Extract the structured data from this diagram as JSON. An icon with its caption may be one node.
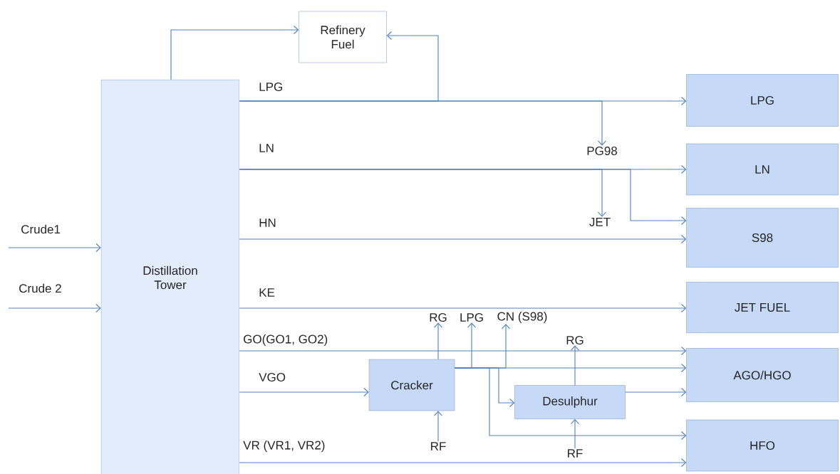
{
  "diagram": {
    "nodes": [
      {
        "text": [
          "Distillation Tower"
        ]
      },
      {
        "text": [
          "Refinery Fuel"
        ]
      },
      {
        "text": [
          "LPG"
        ]
      },
      {
        "text": [
          "LN"
        ]
      },
      {
        "text": [
          "S98"
        ]
      },
      {
        "text": [
          "JET FUEL"
        ]
      },
      {
        "text": [
          "AGO/HGO"
        ]
      },
      {
        "text": [
          "HFO"
        ]
      },
      {
        "text": [
          "Cracker"
        ]
      },
      {
        "text": [
          "Desulphur"
        ]
      },
      {
        "text": [
          "PG98"
        ]
      },
      {
        "text": [
          "JET"
        ]
      },
      {
        "text": [
          "RG"
        ]
      },
      {
        "text": [
          "LPG"
        ]
      },
      {
        "text": [
          "CN (S98)"
        ]
      },
      {
        "text": [
          "RG"
        ]
      },
      {
        "text": [
          "RF"
        ]
      },
      {
        "text": [
          "RF"
        ]
      }
    ],
    "edges": [
      {
        "from": null,
        "to": 0,
        "arrow": "to",
        "label": "Crude1"
      },
      {
        "from": null,
        "to": 0,
        "arrow": "to",
        "label": "Crude 2"
      },
      {
        "from": 0,
        "to": 1,
        "arrow": "to"
      },
      {
        "from": 0,
        "to": 2,
        "arrow": "to",
        "label": "LPG"
      },
      {
        "from": 0,
        "to": 1,
        "arrow": "to"
      },
      {
        "from": 0,
        "to": 10,
        "arrow": "to"
      },
      {
        "from": 0,
        "to": 3,
        "arrow": "to",
        "label": "LN"
      },
      {
        "from": 0,
        "to": 11,
        "arrow": "to"
      },
      {
        "from": 0,
        "to": 4,
        "arrow": "to"
      },
      {
        "from": 0,
        "to": 4,
        "arrow": "to",
        "label": "HN"
      },
      {
        "from": 0,
        "to": 5,
        "arrow": "to",
        "label": "KE"
      },
      {
        "from": 0,
        "to": 6,
        "arrow": "to",
        "label": "GO(GO1, GO2)"
      },
      {
        "from": 0,
        "to": 8,
        "arrow": "to",
        "label": "VGO"
      },
      {
        "from": 0,
        "to": 7,
        "arrow": "to",
        "label": "VR (VR1, VR2)"
      },
      {
        "from": 8,
        "to": 12,
        "arrow": "to"
      },
      {
        "from": 8,
        "to": 13,
        "arrow": "to"
      },
      {
        "from": 8,
        "to": 14,
        "arrow": "to"
      },
      {
        "from": 8,
        "to": 6,
        "arrow": "to"
      },
      {
        "from": 8,
        "to": 7,
        "arrow": "to"
      },
      {
        "from": 8,
        "to": 9,
        "arrow": "to"
      },
      {
        "from": 9,
        "to": 15,
        "arrow": "to"
      },
      {
        "from": 9,
        "to": 6,
        "arrow": "to"
      },
      {
        "from": 16,
        "to": 8,
        "arrow": "to"
      },
      {
        "from": 17,
        "to": 9,
        "arrow": "to"
      }
    ]
  }
}
